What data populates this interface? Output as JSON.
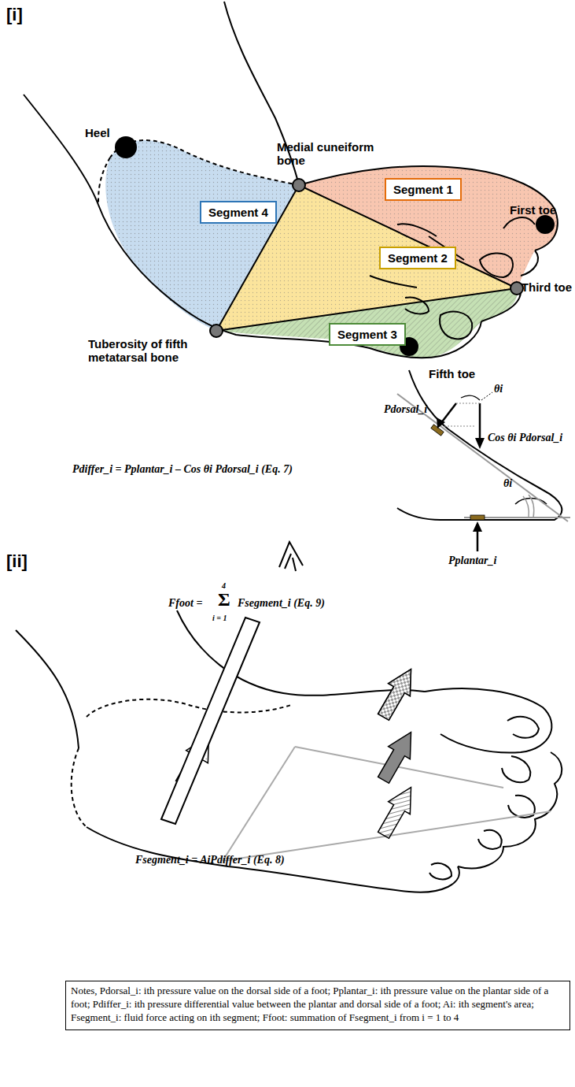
{
  "diagram": {
    "nodes": [
      {
        "text": [
          "Segment 1"
        ]
      },
      {
        "text": [
          "Segment 4"
        ]
      },
      {
        "text": [
          "Segment 2"
        ]
      },
      {
        "text": [
          "Segment 3"
        ]
      },
      {
        "text": [
          "Notes, Pdorsal_i: ith pressure value on the dorsal side of a foot; Pplantar_i: ith pressure value on the plantar side of a foot; Pdiffer_i: ith pressure differential value between the plantar and dorsal side of a foot; Ai: ith segment's area; Fsegment_i: fluid force acting on ith segment; Ffoot: summation of Fsegment_i from i = 1 to 4"
        ]
      }
    ],
    "edges": [],
    "labels": [
      "[i]",
      "Heel",
      "Medial cuneiform bone",
      "First toe",
      "Third toe",
      "Tuberosity of fifth metatarsal bone",
      "Fifth toe",
      "[ii]",
      "θi",
      "Pdorsal_i",
      "Cos θi Pdorsal_i",
      "θi",
      "Pplantar_i",
      "Pdiffer_i = Pplantar_i – Cos θi Pdorsal_i (Eq. 7)",
      "Ffoot =",
      "4",
      "Σ",
      "i = 1",
      "Fsegment_i (Eq. 9)",
      "Fsegment_i = AiPdiffer_i (Eq. 8)"
    ]
  }
}
